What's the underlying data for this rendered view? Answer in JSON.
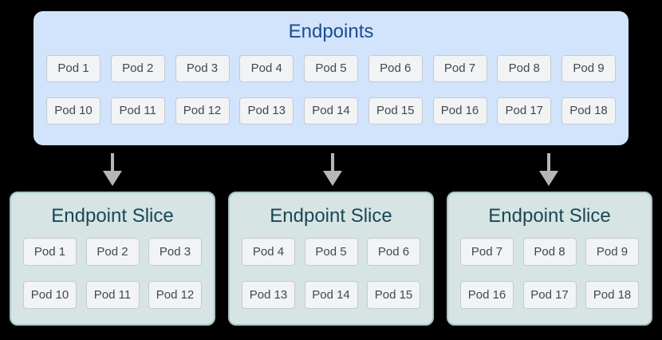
{
  "colors": {
    "background": "#000000",
    "endpoints_fill": "#d2e3fc",
    "endpoints_title": "#1a4e8c",
    "slice_fill": "#d6e4e4",
    "slice_border": "#a8c5c6",
    "slice_title": "#1b4755",
    "pod_fill": "#f1f3f4",
    "pod_border": "#c7cacd",
    "pod_text": "#44484c",
    "arrow": "#b4b7ba"
  },
  "endpoints": {
    "title": "Endpoints",
    "rows": [
      [
        "Pod 1",
        "Pod 2",
        "Pod 3",
        "Pod 4",
        "Pod 5",
        "Pod 6",
        "Pod 7",
        "Pod 8",
        "Pod 9"
      ],
      [
        "Pod 10",
        "Pod 11",
        "Pod 12",
        "Pod 13",
        "Pod 14",
        "Pod 15",
        "Pod 16",
        "Pod 17",
        "Pod 18"
      ]
    ]
  },
  "slices": [
    {
      "title": "Endpoint Slice",
      "rows": [
        [
          "Pod 1",
          "Pod 2",
          "Pod 3"
        ],
        [
          "Pod 10",
          "Pod 11",
          "Pod 12"
        ]
      ]
    },
    {
      "title": "Endpoint Slice",
      "rows": [
        [
          "Pod 4",
          "Pod 5",
          "Pod 6"
        ],
        [
          "Pod 13",
          "Pod 14",
          "Pod 15"
        ]
      ]
    },
    {
      "title": "Endpoint Slice",
      "rows": [
        [
          "Pod 7",
          "Pod 8",
          "Pod 9"
        ],
        [
          "Pod 16",
          "Pod 17",
          "Pod 18"
        ]
      ]
    }
  ]
}
